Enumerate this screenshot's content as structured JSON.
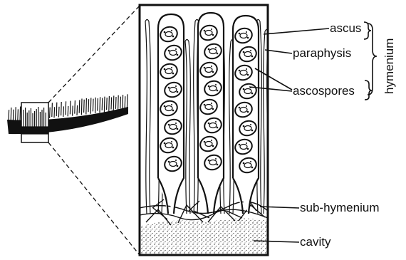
{
  "diagram": {
    "labels": {
      "ascus": "ascus",
      "paraphysis": "paraphysis",
      "ascospores": "ascospores",
      "hymenium": "hymenium",
      "sub_hymenium": "sub-hymenium",
      "cavity": "cavity"
    }
  }
}
